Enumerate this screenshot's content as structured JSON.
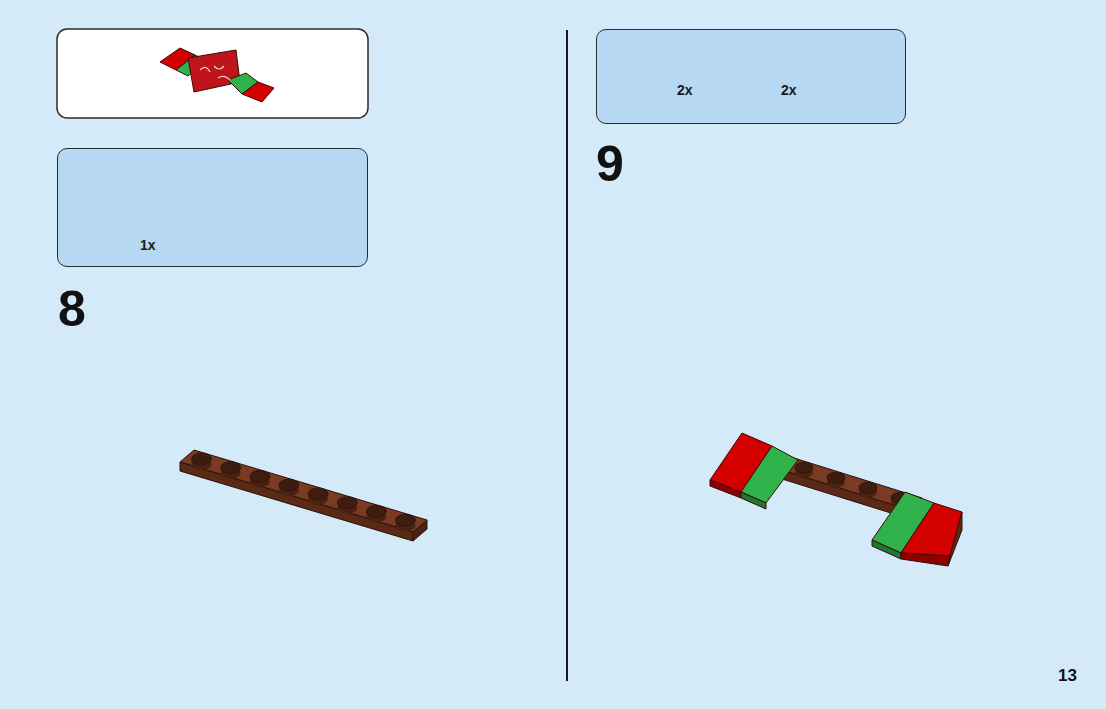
{
  "diagram": {
    "nodes": [
      {
        "text": [
          "1x"
        ]
      },
      {
        "text": [
          "2x",
          "2x"
        ]
      }
    ],
    "labels": [
      "8",
      "9",
      "13"
    ]
  }
}
